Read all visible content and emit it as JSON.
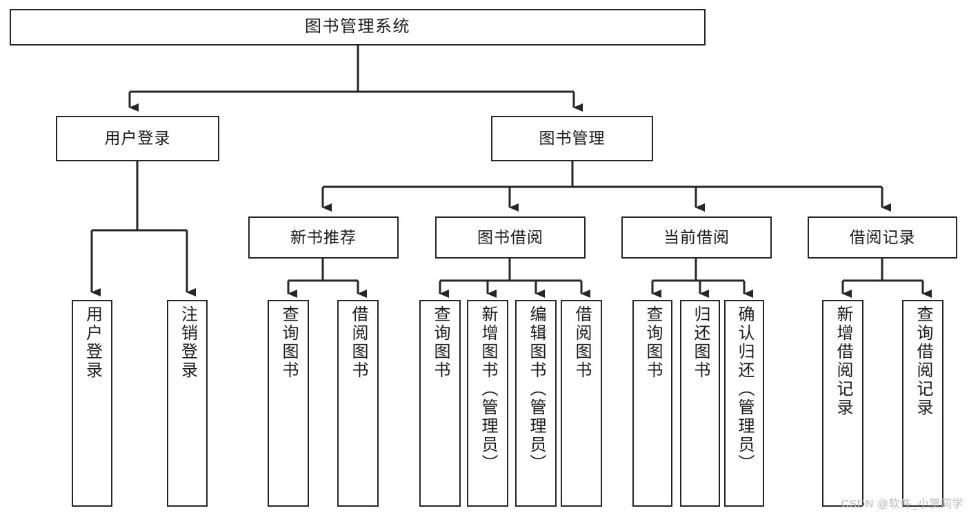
{
  "diagram": {
    "kind": "tree-hierarchy",
    "root": {
      "id": "root",
      "label": "图书管理系统"
    },
    "level2": [
      {
        "id": "user-login",
        "label": "用户登录"
      },
      {
        "id": "book-manage",
        "label": "图书管理"
      }
    ],
    "level3": [
      {
        "id": "new-book-rec",
        "label": "新书推荐",
        "parent": "book-manage"
      },
      {
        "id": "book-borrow",
        "label": "图书借阅",
        "parent": "book-manage"
      },
      {
        "id": "current-borrow",
        "label": "当前借阅",
        "parent": "book-manage"
      },
      {
        "id": "borrow-record",
        "label": "借阅记录",
        "parent": "book-manage"
      }
    ],
    "leaves": [
      {
        "id": "leaf-user-login",
        "label": "用户登录",
        "parent": "user-login"
      },
      {
        "id": "leaf-logout",
        "label": "注销登录",
        "parent": "user-login"
      },
      {
        "id": "leaf-query-book-1",
        "label": "查询图书",
        "parent": "new-book-rec"
      },
      {
        "id": "leaf-borrow-book-1",
        "label": "借阅图书",
        "parent": "new-book-rec"
      },
      {
        "id": "leaf-query-book-2",
        "label": "查询图书",
        "parent": "book-borrow"
      },
      {
        "id": "leaf-add-book",
        "label": "新增图书（管理员）",
        "parent": "book-borrow"
      },
      {
        "id": "leaf-edit-book",
        "label": "编辑图书（管理员）",
        "parent": "book-borrow"
      },
      {
        "id": "leaf-borrow-book-2",
        "label": "借阅图书",
        "parent": "book-borrow"
      },
      {
        "id": "leaf-query-book-3",
        "label": "查询图书",
        "parent": "current-borrow"
      },
      {
        "id": "leaf-return-book",
        "label": "归还图书",
        "parent": "current-borrow"
      },
      {
        "id": "leaf-confirm-return",
        "label": "确认归还（管理员）",
        "parent": "current-borrow"
      },
      {
        "id": "leaf-add-record",
        "label": "新增借阅记录",
        "parent": "borrow-record"
      },
      {
        "id": "leaf-query-record",
        "label": "查询借阅记录",
        "parent": "borrow-record"
      }
    ]
  },
  "watermark": {
    "text": "CSDN @软件_小贺同学"
  },
  "colors": {
    "stroke": "#262626",
    "fill": "#ffffff",
    "text": "#1b1b1b",
    "watermark": "#b9b9b9"
  }
}
